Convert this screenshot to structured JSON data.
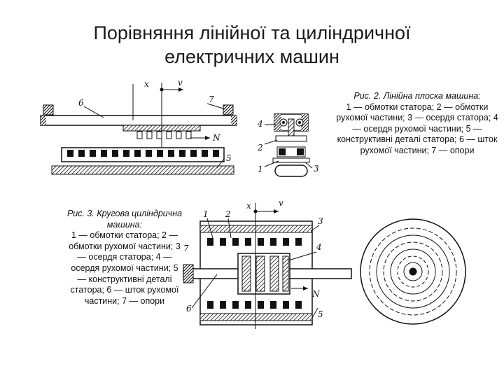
{
  "title": {
    "line1": "Порівняння лінійної та циліндричної",
    "line2": "електричних машин"
  },
  "figure2": {
    "caption_title": "Рис. 2. Лінійна плоска машина:",
    "caption_body": "1 — обмотки статора; 2 — обмотки рухомої частини; 3 — осердя статора; 4 — осердя рухомої частини; 5 — конструктивні деталі статора; 6 — шток рухомої частини; 7 — опори",
    "labels": {
      "x": "x",
      "v": "v",
      "n": "N",
      "l1": "1",
      "l2": "2",
      "l3": "3",
      "l4": "4",
      "l5": "5",
      "l6": "6",
      "l7": "7"
    }
  },
  "figure3": {
    "caption_title": "Рис. 3. Кругова циліндрична машина:",
    "caption_body": "1 — обмотки статора; 2 — обмотки рухомої частини; 3 — осердя статора; 4 — осердя рухомої частини; 5 — конструктивні деталі статора; 6 — шток рухомої частини; 7 — опори",
    "labels": {
      "x": "x",
      "v": "v",
      "n": "N",
      "l1": "1",
      "l2": "2",
      "l3": "3",
      "l4": "4",
      "l5": "5",
      "l6": "6",
      "l7": "7"
    }
  }
}
